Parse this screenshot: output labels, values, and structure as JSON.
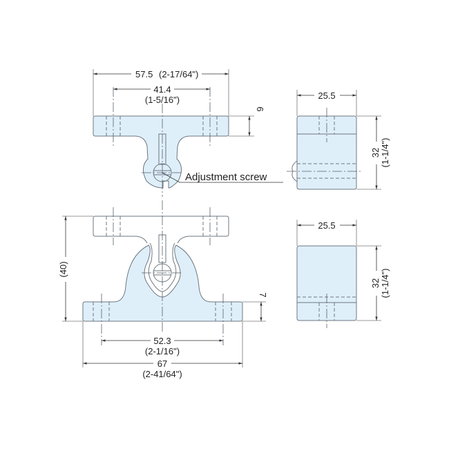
{
  "drawing": {
    "title": "Adjustable bracket dimensional drawing",
    "colors": {
      "part_fill": "#dfeffa",
      "line": "#6d7780",
      "text": "#222222"
    },
    "top_view": {
      "overall_width": {
        "mm": "57.5",
        "inch": "(2-17/64\")"
      },
      "hole_pitch": {
        "mm": "41.4",
        "inch": "(1-5/16\")"
      },
      "flange_thickness": {
        "mm": "6"
      },
      "callout": "Adjustment screw"
    },
    "side_view_upper": {
      "width": {
        "mm": "25.5"
      },
      "height": {
        "mm": "32",
        "inch": "(1-1/4\")"
      }
    },
    "front_view": {
      "overall_height": {
        "mm": "(40)"
      },
      "base_thickness": {
        "mm": "7"
      },
      "hole_pitch": {
        "mm": "52.3",
        "inch": "(2-1/16\")"
      },
      "overall_width": {
        "mm": "67",
        "inch": "(2-41/64\")"
      }
    },
    "side_view_lower": {
      "width": {
        "mm": "25.5"
      },
      "height": {
        "mm": "32",
        "inch": "(1-1/4\")"
      }
    }
  }
}
